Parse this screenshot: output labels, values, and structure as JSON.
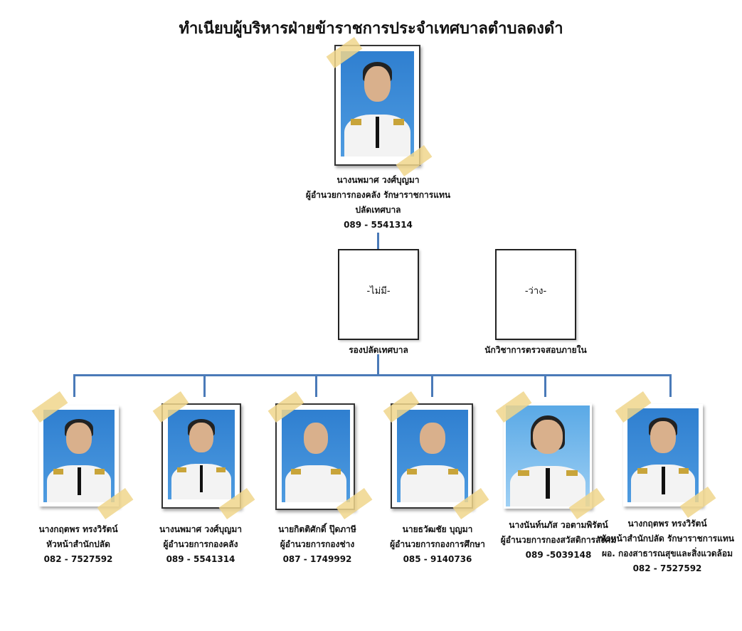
{
  "title": "ทำเนียบผู้บริหารฝ่ายข้าราชการประจำเทศบาลตำบลดงดำ",
  "colors": {
    "connector": "#4a7ab8"
  },
  "top": {
    "name": "นางนพมาศ  วงศ์บุญมา",
    "position": "ผู้อำนวยการกองคลัง รักษาราชการแทน",
    "position2": "ปลัดเทศบาล",
    "phone": "089 - 5541314"
  },
  "middle": [
    {
      "box_text": "-ไม่มี-",
      "position": "รองปลัดเทศบาล"
    },
    {
      "box_text": "-ว่าง-",
      "position": "นักวิชาการตรวจสอบภายใน"
    }
  ],
  "bottom": [
    {
      "name": "นางกฤตพร  ทรงวิรัตน์",
      "position": "หัวหน้าสำนักปลัด",
      "phone": "082 - 7527592"
    },
    {
      "name": "นางนพมาศ  วงศ์บุญมา",
      "position": "ผู้อำนวยการกองคลัง",
      "phone": "089 - 5541314"
    },
    {
      "name": "นายกิตติศักดิ์  ปุ๊ดภาษี",
      "position": "ผู้อำนวยการกองช่าง",
      "phone": "087 - 1749992"
    },
    {
      "name": "นายธวัฒชัย  บุญมา",
      "position": "ผู้อำนวยการกองการศึกษา",
      "phone": "085 - 9140736"
    },
    {
      "name": "นางนันท์นภัส  วอตามพิรัตน์",
      "position": "ผู้อำนวยการกองสวัสดิการสังคม",
      "phone": "089 -5039148"
    },
    {
      "name": "นางกฤตพร  ทรงวิรัตน์",
      "position": "หัวหน้าสำนักปลัด รักษาราชการแทน",
      "position2": "ผอ. กองสาธารณสุขและสิ่งแวดล้อม",
      "phone": "082 - 7527592"
    }
  ]
}
